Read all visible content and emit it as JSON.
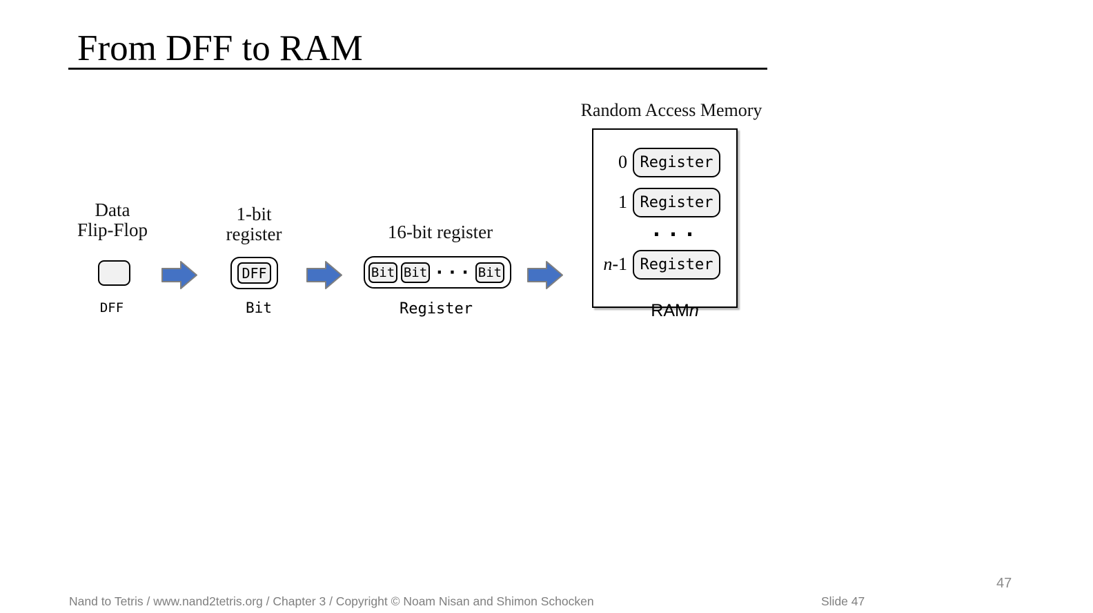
{
  "colors": {
    "arrow_fill": "#4472C4",
    "arrow_stroke": "#7F7F7F",
    "box_fill": "#F1F1F1",
    "border": "#000000",
    "footer_text": "#7F7F7F"
  },
  "slide": {
    "title": "From DFF to RAM",
    "corner_page_number": "47",
    "footer_left": "Nand to Tetris / www.nand2tetris.org / Chapter 3 / Copyright © Noam Nisan and Shimon Schocken",
    "footer_right": "Slide 47"
  },
  "diagram": {
    "dff": {
      "label_line1": "Data",
      "label_line2": "Flip-Flop",
      "caption": "DFF"
    },
    "bit": {
      "label_line1": "1-bit",
      "label_line2": "register",
      "chip_text": "DFF",
      "caption": "Bit"
    },
    "register16": {
      "label": "16-bit register",
      "bit_cells": [
        "Bit",
        "Bit",
        "Bit"
      ],
      "ellipsis": "···",
      "caption": "Register"
    },
    "ram": {
      "label": "Random Access Memory",
      "rows": [
        {
          "index": "0",
          "text": "Register"
        },
        {
          "index": "1",
          "text": "Register"
        }
      ],
      "ellipsis": "···",
      "last_row": {
        "index_var": "n",
        "index_rest": "-1",
        "text": "Register"
      },
      "caption_text": "RAM",
      "caption_var": "n"
    }
  }
}
